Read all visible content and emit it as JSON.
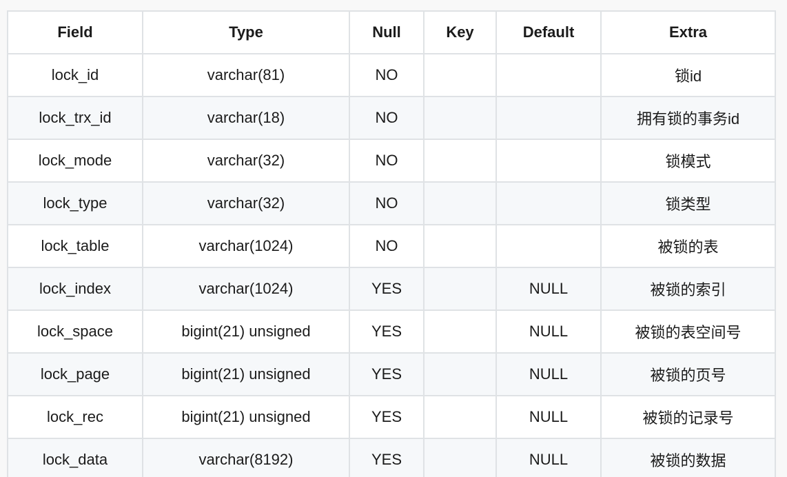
{
  "colors": {
    "page_background": "#f8f8f8",
    "header_background": "#ffffff",
    "row_stripe": "#f6f8fa",
    "border": "#dfe2e5",
    "text": "#1b1b1b"
  },
  "table": {
    "headers": [
      "Field",
      "Type",
      "Null",
      "Key",
      "Default",
      "Extra"
    ],
    "rows": [
      {
        "field": "lock_id",
        "type": "varchar(81)",
        "null": "NO",
        "key": "",
        "default": "",
        "extra": "锁id"
      },
      {
        "field": "lock_trx_id",
        "type": "varchar(18)",
        "null": "NO",
        "key": "",
        "default": "",
        "extra": "拥有锁的事务id"
      },
      {
        "field": "lock_mode",
        "type": "varchar(32)",
        "null": "NO",
        "key": "",
        "default": "",
        "extra": "锁模式"
      },
      {
        "field": "lock_type",
        "type": "varchar(32)",
        "null": "NO",
        "key": "",
        "default": "",
        "extra": "锁类型"
      },
      {
        "field": "lock_table",
        "type": "varchar(1024)",
        "null": "NO",
        "key": "",
        "default": "",
        "extra": "被锁的表"
      },
      {
        "field": "lock_index",
        "type": "varchar(1024)",
        "null": "YES",
        "key": "",
        "default": "NULL",
        "extra": "被锁的索引"
      },
      {
        "field": "lock_space",
        "type": "bigint(21) unsigned",
        "null": "YES",
        "key": "",
        "default": "NULL",
        "extra": "被锁的表空间号"
      },
      {
        "field": "lock_page",
        "type": "bigint(21) unsigned",
        "null": "YES",
        "key": "",
        "default": "NULL",
        "extra": "被锁的页号"
      },
      {
        "field": "lock_rec",
        "type": "bigint(21) unsigned",
        "null": "YES",
        "key": "",
        "default": "NULL",
        "extra": "被锁的记录号"
      },
      {
        "field": "lock_data",
        "type": "varchar(8192)",
        "null": "YES",
        "key": "",
        "default": "NULL",
        "extra": "被锁的数据"
      }
    ]
  }
}
